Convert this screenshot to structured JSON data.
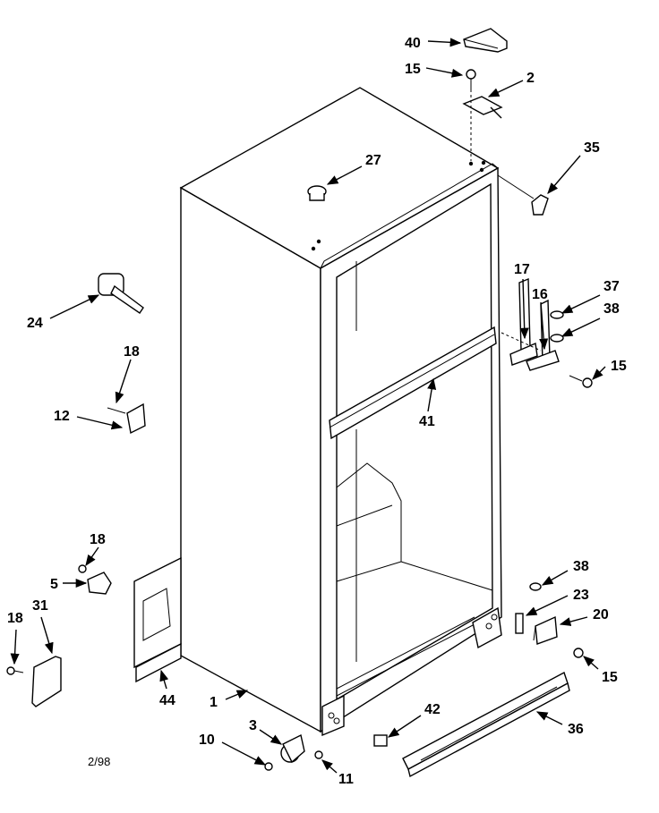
{
  "diagram": {
    "date_code": "2/98",
    "callouts": [
      {
        "id": "c40",
        "label": "40"
      },
      {
        "id": "c15a",
        "label": "15"
      },
      {
        "id": "c2",
        "label": "2"
      },
      {
        "id": "c35",
        "label": "35"
      },
      {
        "id": "c27",
        "label": "27"
      },
      {
        "id": "c17",
        "label": "17"
      },
      {
        "id": "c16",
        "label": "16"
      },
      {
        "id": "c37",
        "label": "37"
      },
      {
        "id": "c38a",
        "label": "38"
      },
      {
        "id": "c15b",
        "label": "15"
      },
      {
        "id": "c24",
        "label": "24"
      },
      {
        "id": "c18a",
        "label": "18"
      },
      {
        "id": "c12",
        "label": "12"
      },
      {
        "id": "c41",
        "label": "41"
      },
      {
        "id": "c18b",
        "label": "18"
      },
      {
        "id": "c5",
        "label": "5"
      },
      {
        "id": "c18c",
        "label": "18"
      },
      {
        "id": "c31",
        "label": "31"
      },
      {
        "id": "c38b",
        "label": "38"
      },
      {
        "id": "c23",
        "label": "23"
      },
      {
        "id": "c20",
        "label": "20"
      },
      {
        "id": "c15c",
        "label": "15"
      },
      {
        "id": "c44",
        "label": "44"
      },
      {
        "id": "c1",
        "label": "1"
      },
      {
        "id": "c42",
        "label": "42"
      },
      {
        "id": "c36",
        "label": "36"
      },
      {
        "id": "c3",
        "label": "3"
      },
      {
        "id": "c10",
        "label": "10"
      },
      {
        "id": "c11",
        "label": "11"
      }
    ]
  }
}
